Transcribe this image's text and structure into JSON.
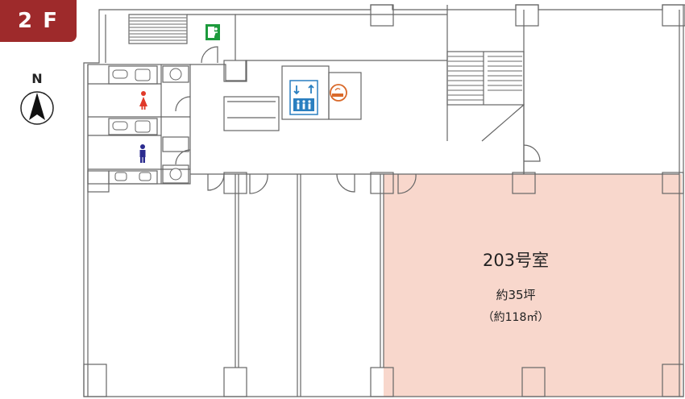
{
  "floor": {
    "label": "2 F"
  },
  "compass": {
    "label": "N"
  },
  "room": {
    "name": "203号室",
    "area_tsubo": "約35坪",
    "area_m2": "（約118㎡）"
  },
  "icons": [
    "emergency-exit-icon",
    "elevator-icon",
    "smoking-area-icon",
    "female-restroom-icon",
    "male-restroom-icon",
    "north-arrow-icon"
  ],
  "colors": {
    "floor_badge": "#9e2a2b",
    "highlight_room": "#f8d7cc",
    "wall_line": "#666666",
    "exit_green": "#1c9a3c",
    "elevator_blue": "#2a7fc0",
    "smoking_orange": "#d9692a",
    "female_red": "#e03a2a",
    "male_blue": "#2b2b8f"
  }
}
